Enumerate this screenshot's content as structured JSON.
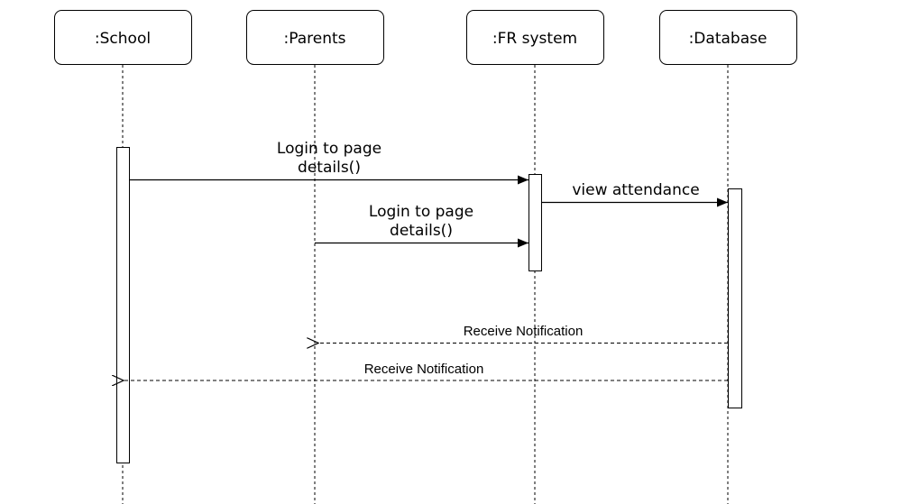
{
  "diagram": {
    "type": "sequence-diagram",
    "lifelines": [
      {
        "id": "school",
        "label": ":School"
      },
      {
        "id": "parents",
        "label": ":Parents"
      },
      {
        "id": "fr",
        "label": ":FR system"
      },
      {
        "id": "db",
        "label": ":Database"
      }
    ],
    "messages": [
      {
        "from": "school",
        "to": "fr",
        "kind": "sync",
        "label_lines": [
          "Login to page",
          "details()"
        ]
      },
      {
        "from": "fr",
        "to": "db",
        "kind": "sync",
        "label_lines": [
          "view attendance"
        ]
      },
      {
        "from": "parents",
        "to": "fr",
        "kind": "sync",
        "label_lines": [
          "Login to page",
          "details()"
        ]
      },
      {
        "from": "db",
        "to": "parents",
        "kind": "return",
        "label_lines": [
          "Receive Notification"
        ]
      },
      {
        "from": "db",
        "to": "school",
        "kind": "return",
        "label_lines": [
          "Receive Notification"
        ]
      }
    ],
    "colors": {
      "line": "#000000",
      "fill": "#ffffff",
      "text": "#000000"
    }
  }
}
